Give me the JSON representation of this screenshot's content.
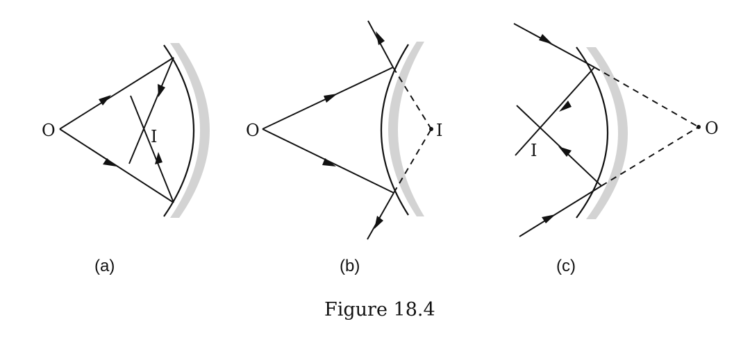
{
  "panels": [
    {
      "id": "a",
      "caption": "(a)",
      "object_label": "O",
      "image_label": "I"
    },
    {
      "id": "b",
      "caption": "(b)",
      "object_label": "O",
      "image_label": "I"
    },
    {
      "id": "c",
      "caption": "(c)",
      "object_label": "O",
      "image_label": "I"
    }
  ],
  "figure_title": "Figure 18.4",
  "colors": {
    "ink": "#111111",
    "mirror_shade": "#d3d3d3"
  }
}
